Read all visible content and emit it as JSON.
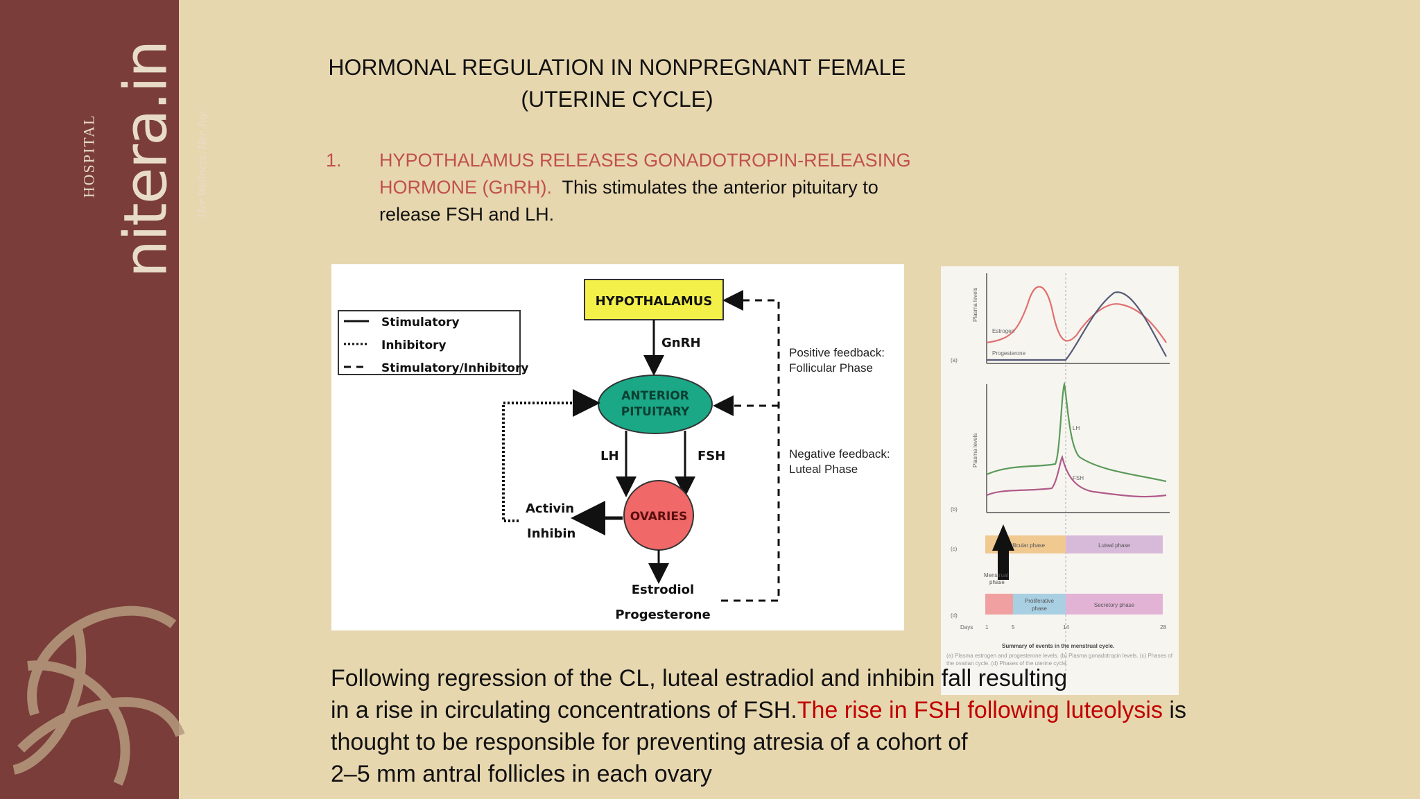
{
  "branding": {
    "logo_text": "nitera.in",
    "hospital": "HOSPITAL",
    "tagline": "Her Wellness. Her Joy."
  },
  "title": {
    "line1": "HORMONAL REGULATION IN NONPREGNANT FEMALE",
    "line2": "(UTERINE CYCLE)"
  },
  "point1": {
    "number": "1.",
    "red_text": "HYPOTHALAMUS RELEASES GONADOTROPIN-RELEASING HORMONE (GnRH).",
    "black_text": "This stimulates the anterior pituitary to release FSH and LH."
  },
  "diagram": {
    "legend": [
      "Stimulatory",
      "Inhibitory",
      "Stimulatory/Inhibitory"
    ],
    "hypothalamus": "HYPOTHALAMUS",
    "gnrh": "GnRH",
    "pituitary_line1": "ANTERIOR",
    "pituitary_line2": "PITUITARY",
    "lh": "LH",
    "fsh": "FSH",
    "ovaries": "OVARIES",
    "activin": "Activin",
    "inhibin": "Inhibin",
    "estradiol": "Estrodiol",
    "progesterone": "Progesterone",
    "positive_feedback_1": "Positive feedback:",
    "positive_feedback_2": "Follicular Phase",
    "negative_feedback_1": "Negative feedback:",
    "negative_feedback_2": "Luteal Phase"
  },
  "graph": {
    "ylabel_a": "Plasma levels",
    "ylabel_b": "Plasma levels",
    "estrogen": "Estrogen",
    "progesterone": "Progesterone",
    "lh": "LH",
    "fsh": "FSH",
    "panel_a": "(a)",
    "panel_b": "(b)",
    "panel_c": "(c)",
    "panel_d": "(d)",
    "follicular_phase": "Follicular phase",
    "luteal_phase": "Luteal phase",
    "menstrual_phase_1": "Menstrual",
    "menstrual_phase_2": "phase",
    "proliferative_1": "Proliferative",
    "proliferative_2": "phase",
    "secretory": "Secretory phase",
    "days": "Days",
    "day1": "1",
    "day5": "5",
    "day14": "14",
    "day28": "28",
    "caption_title": "Summary of events in the menstrual cycle.",
    "caption_text": "(a) Plasma estrogen and progesterone levels. (b) Plasma gonadotropin levels. (c) Phases of the ovarian cycle. (d) Phases of the uterine cycle."
  },
  "bottom": {
    "line1": "Following regression of the CL, luteal estradiol and inhibin fall resulting",
    "line2_a": "in a rise in circulating concentrations of FSH.",
    "line2_red": "The rise in FSH following luteolysis",
    "line2_b": " is",
    "line3": "thought to be responsible for preventing atresia of a cohort of",
    "line4": "2–5 mm antral follicles in each ovary"
  }
}
